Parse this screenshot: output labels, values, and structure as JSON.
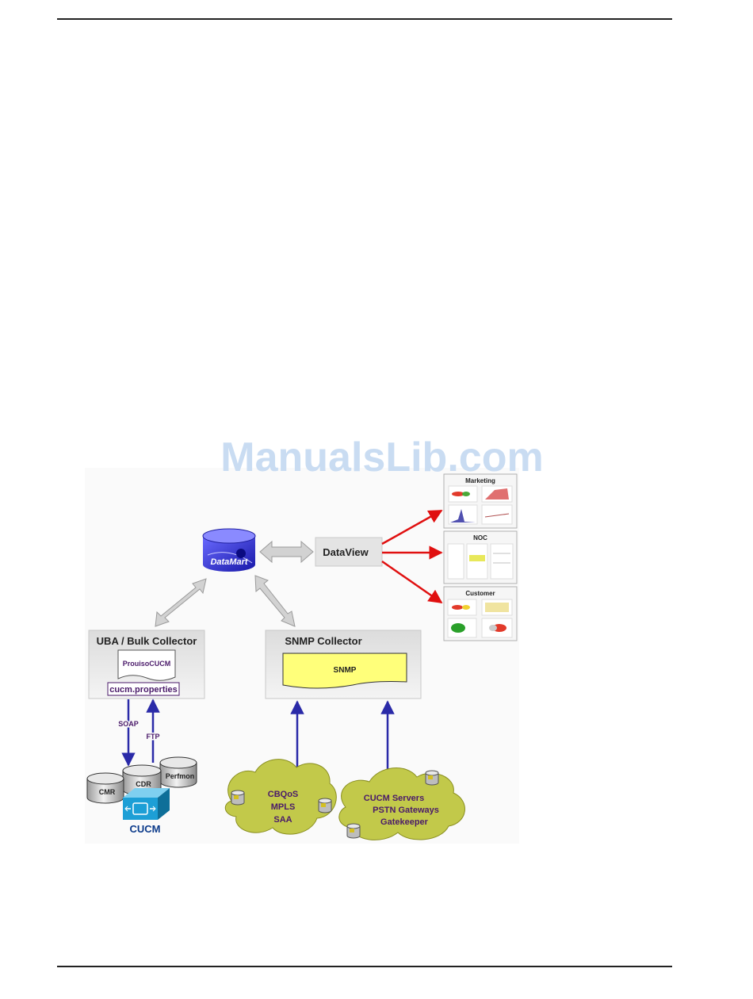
{
  "watermark": "ManualsLib.com",
  "diagram": {
    "datamart_label": "DataMart",
    "dataview_label": "DataView",
    "uba_title": "UBA / Bulk Collector",
    "prouiso_label": "ProuisoCUCM",
    "cucm_properties_label": "cucm.properties",
    "snmp_collector_title": "SNMP  Collector",
    "snmp_label": "SNMP",
    "soap_label": "SOAP",
    "ftp_label": "FTP",
    "cmr_label": "CMR",
    "cdr_label": "CDR",
    "perfmon_label": "Perfmon",
    "cucm_label": "CUCM",
    "cloud1_lines": [
      "CBQoS",
      "MPLS",
      "SAA"
    ],
    "cloud2_lines": [
      "CUCM Servers",
      "PSTN Gateways",
      "Gatekeeper"
    ],
    "reports": [
      "Marketing",
      "NOC",
      "Customer"
    ]
  },
  "colors": {
    "rule": "#222222",
    "watermark": "#c9dcf2",
    "panel": "#e9e9e9",
    "blue_arrow": "#2a2aa8",
    "red_arrow": "#e01010",
    "cloud": "#c2c94a",
    "snmp_yellow": "#ffff7a",
    "datamart_blue": "#3a3ae0",
    "cucm_icon": "#1d9fd6",
    "purple_text": "#4a1a6a"
  }
}
